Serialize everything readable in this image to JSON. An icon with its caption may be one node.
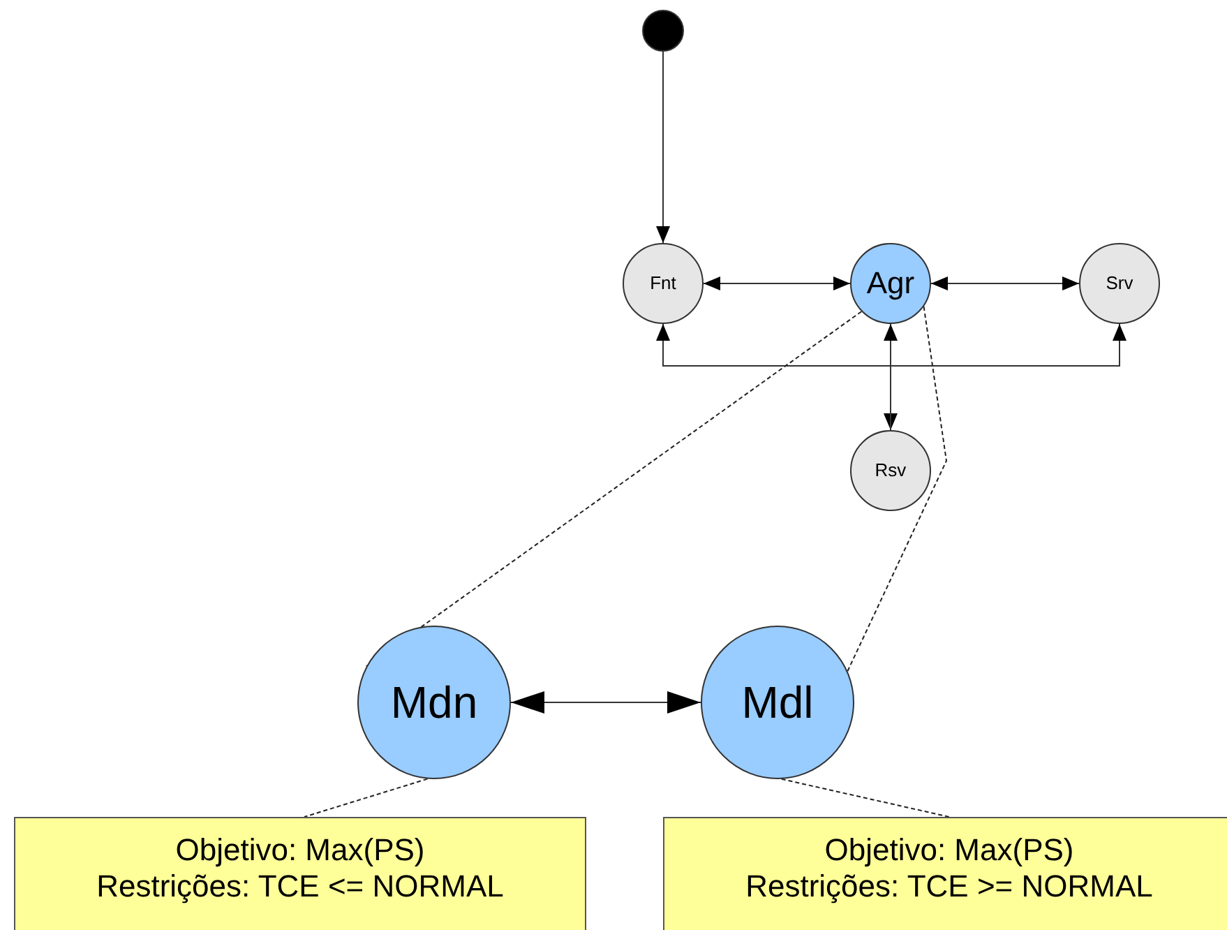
{
  "diagram": {
    "nodes": [
      {
        "text": [],
        "shape": "circle"
      },
      {
        "text": [
          "Fnt"
        ]
      },
      {
        "text": [
          "Agr"
        ]
      },
      {
        "text": [
          "Srv"
        ]
      },
      {
        "text": [
          "Rsv"
        ]
      },
      {
        "text": [
          "Mdn"
        ]
      },
      {
        "text": [
          "Mdl"
        ]
      },
      {
        "text": [
          "Objetivo: Max(PS)",
          "Restrições: TCE <= NORMAL"
        ]
      },
      {
        "text": [
          "Objetivo: Max(PS)",
          "Restrições: TCE >= NORMAL"
        ]
      }
    ],
    "edges": [
      {
        "from": 0,
        "to": 1,
        "arrow": "to"
      },
      {
        "from": 1,
        "to": 2,
        "arrow": "both"
      },
      {
        "from": 2,
        "to": 3,
        "arrow": "both"
      },
      {
        "from": 2,
        "to": 4,
        "arrow": "both"
      },
      {
        "from": 4,
        "to": 1,
        "arrow": "to"
      },
      {
        "from": 4,
        "to": 3,
        "arrow": "to"
      },
      {
        "from": 2,
        "to": 5,
        "arrow": "none",
        "style": "dashed"
      },
      {
        "from": 2,
        "to": 6,
        "arrow": "none",
        "style": "dashed"
      },
      {
        "from": 5,
        "to": 6,
        "arrow": "both"
      },
      {
        "from": 5,
        "to": 7,
        "arrow": "none",
        "style": "dashed"
      },
      {
        "from": 6,
        "to": 8,
        "arrow": "none",
        "style": "dashed"
      }
    ]
  }
}
